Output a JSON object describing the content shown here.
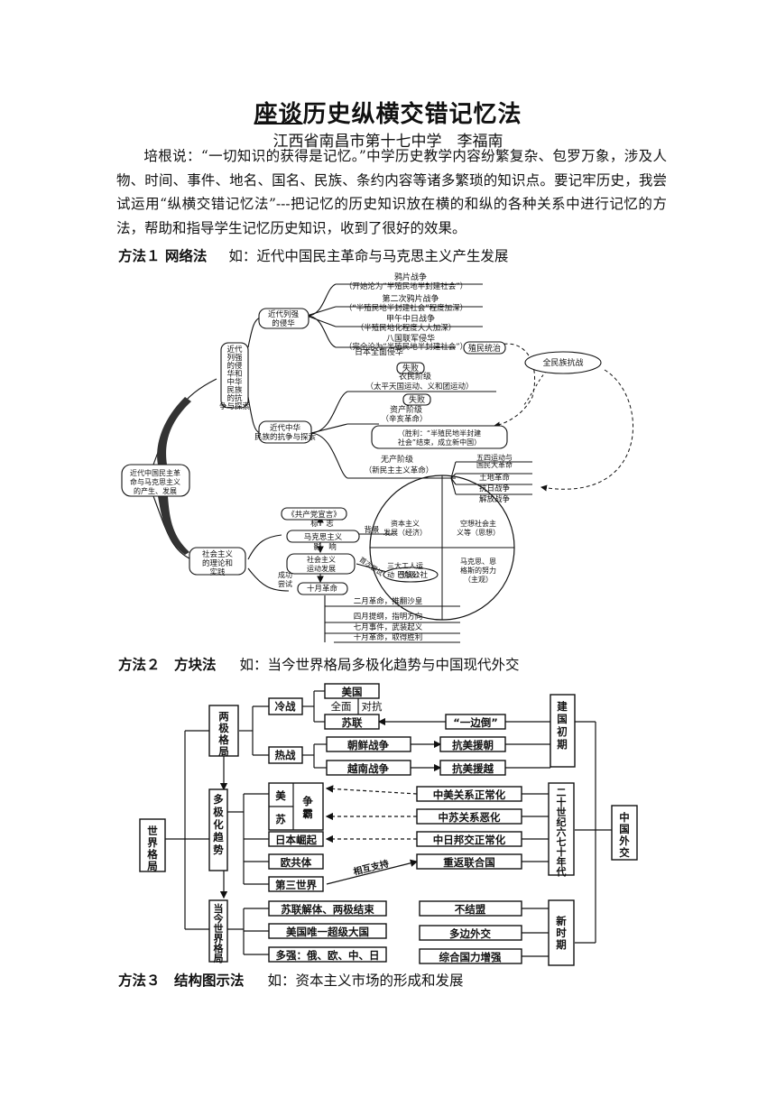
{
  "document": {
    "title_underlined": "座谈",
    "title_rest": "历史纵横交错记忆法",
    "author": "江西省南昌市第十七中学　李福南",
    "intro": "培根说：“一切知识的获得是记忆。”中学历史教学内容纷繁复杂、包罗万象，涉及人物、时间、事件、地名、国名、民族、条约内容等诸多繁琐的知识点。要记牢历史，我尝试运用“纵横交错记忆法”---把记忆的历史知识放在横的和纵的各种关系中进行记忆的方法，帮助和指导学生记忆历史知识，收到了很好的效果。",
    "method1": {
      "label": "方法１  网络法",
      "example": "如：近代中国民主革命与马克思主义产生发展"
    },
    "method2": {
      "label": "方法２　方块法",
      "example": "如：当今世界格局多极化趋势与中国现代外交"
    },
    "method3": {
      "label": "方法３　结构图示法",
      "example": "如：资本主义市场的形成和发展"
    }
  },
  "diagram1": {
    "root": "近代中国民主革命与马克思主义的产生、发展",
    "branch_a": "近代列强的侵华和中华民族的抗争与探索",
    "a1": "近代列强的侵华",
    "wars": [
      "鸦片战争",
      "（开始沦为“半殖民地半封建社会”）",
      "第二次鸦片战争",
      "（“半殖民地半封建社会”程度加深）",
      "甲午中日战争",
      "（半殖民地化程度大大加深）",
      "八国联军侵华",
      "（完全沦为“半殖民地半封建社会”）",
      "日本全面侵华"
    ],
    "colonial": "殖民统治",
    "resistance_war": "全民族抗战",
    "a2": "近代中华民族的抗争与探索",
    "fail1": "失败",
    "peasant": "农民阶级",
    "peasant_note": "（太平天国运动、义和团运动）",
    "fail2": "失败",
    "bourgeois": "资产阶级",
    "bourgeois_note": "（辛亥革命）",
    "victory": "（胜利：“半殖民地半封建社会”结束，成立新中国）",
    "proletariat": "无产阶级",
    "proletariat_note": "（新民主主义革命）",
    "revolutions": [
      "五四运动与国民大革命",
      "土地革命",
      "抗日战争",
      "解放战争"
    ],
    "branch_b": "社会主义的理论和实践",
    "manifesto": "《共产党宣言》",
    "sign": "标　志",
    "marxism": "马克思主义",
    "background": "背景",
    "influence": "影　响",
    "movement": "社会主义运动发展",
    "success": "成功尝试",
    "first_try": "首次尝试",
    "paris": "巴黎公社",
    "october": "十月革命",
    "circle": [
      "资本主义发展（经济）",
      "空想社会主义等（思想）",
      "三大工人运动（阶级）",
      "马克思、恩格斯的努力（主观）"
    ],
    "october_items": [
      "二月革命，推翻沙皇",
      "四月提纲，指明方向",
      "七月事件，武装起义",
      "十月革命，取得胜利"
    ]
  },
  "diagram2": {
    "world": "世界格局",
    "bipolar": "两极格局",
    "cold_war": "冷战",
    "hot_war": "热战",
    "usa": "美国",
    "full_confront": "全面",
    "confront": "对抗",
    "ussr": "苏联",
    "lean_one": "“一边倒”",
    "korean_war": "朝鲜战争",
    "aid_korea": "抗美援朝",
    "vietnam_war": "越南战争",
    "aid_vietnam": "抗美援越",
    "early": "建国初期",
    "multipolar": "多极化趋势",
    "us": "美",
    "su": "苏",
    "hegemony": "争霸",
    "japan_rise": "日本崛起",
    "eu": "欧共体",
    "third_world": "第三世界",
    "mutual": "相互支持",
    "cn_us": "中美关系正常化",
    "cn_su": "中苏关系恶化",
    "cn_jp": "中日邦交正常化",
    "un": "重返联合国",
    "decade": "二十世纪六七十年代",
    "china_diplomacy": "中国外交",
    "current": "当今世界格局",
    "ussr_collapse": "苏联解体、两极结束",
    "us_super": "美国唯一超级大国",
    "multi_powers": "多强：俄、欧、中、日",
    "non_align": "不结盟",
    "multilateral": "多边外交",
    "power_up": "综合国力增强",
    "new_era": "新时期"
  }
}
